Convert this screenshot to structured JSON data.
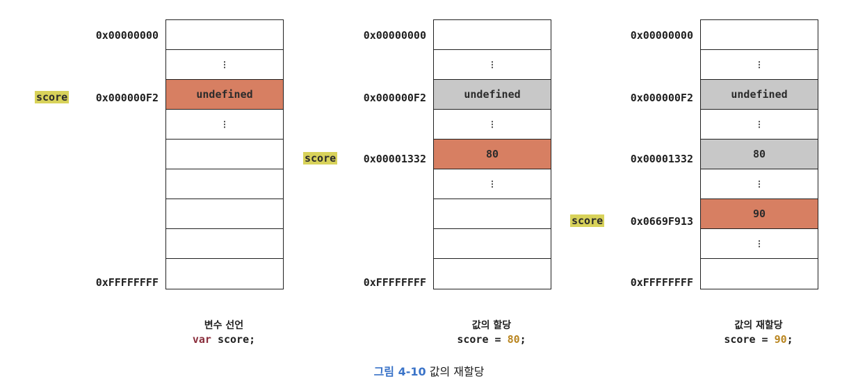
{
  "panels": [
    {
      "title": "변수 선언",
      "code": {
        "kw": "var",
        "rest": " score;"
      },
      "addresses": [
        "0x00000000",
        "0x000000F2",
        "0xFFFFFFFF"
      ],
      "cells": [
        "",
        "⋮",
        "undefined",
        "⋮",
        "",
        "",
        "",
        "",
        ""
      ],
      "variable_label": "score"
    },
    {
      "title": "값의 할당",
      "code": {
        "name": "score",
        "eq": " = ",
        "value": "80",
        "end": ";"
      },
      "addresses": [
        "0x00000000",
        "0x000000F2",
        "0x00001332",
        "0xFFFFFFFF"
      ],
      "cells": [
        "",
        "⋮",
        "undefined",
        "⋮",
        "80",
        "⋮",
        "",
        "",
        ""
      ],
      "variable_label": "score"
    },
    {
      "title": "값의 재할당",
      "code": {
        "name": "score",
        "eq": " = ",
        "value": "90",
        "end": ";"
      },
      "addresses": [
        "0x00000000",
        "0x000000F2",
        "0x00001332",
        "0x0669F913",
        "0xFFFFFFFF"
      ],
      "cells": [
        "",
        "⋮",
        "undefined",
        "⋮",
        "80",
        "⋮",
        "90",
        "⋮",
        ""
      ],
      "variable_label": "score"
    }
  ],
  "figure_caption": {
    "number": "그림 4-10",
    "text": " 값의 재할당"
  },
  "colors": {
    "current": "#d77f62",
    "stale": "#c8c8c8",
    "label_bg": "#d8d25a",
    "caption_blue": "#3a73c8"
  }
}
